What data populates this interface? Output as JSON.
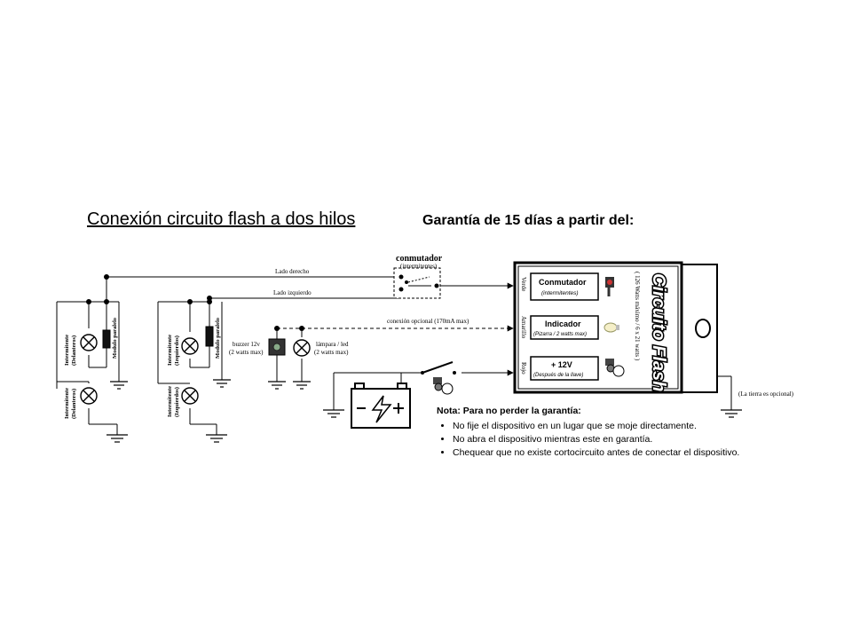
{
  "title": "Conexión circuito flash a dos hilos",
  "guarantee": "Garantía de 15 días a partir del:",
  "switch_label": "conmutador",
  "switch_sub": "(intermitentes)",
  "wire_right": "Lado derecho",
  "wire_left": "Lado izquierdo",
  "optional_conn": "conexión opcional (170mA max)",
  "buzzer": [
    "buzzer 12v",
    "(2 watts max)"
  ],
  "lamp": [
    "lámpara / led",
    "(2 watts max)"
  ],
  "left_group": {
    "upper_lamp": [
      "Intermitente",
      "(Delanteros)"
    ],
    "lower_lamp": [
      "Intermitente",
      "(Delanteros)"
    ],
    "module": "Modulo paralelo"
  },
  "right_group": {
    "upper_lamp": [
      "Intermitente",
      "(Izquierdos)"
    ],
    "lower_lamp": [
      "Intermitente",
      "(Izquierdos)"
    ],
    "module": "Modulo paralelo"
  },
  "device": {
    "brand": "Circuito Flash",
    "rating": "( 126 Watts máximo   / 6 x 21 watts )",
    "wire_colors": [
      "Verde",
      "Amarillo",
      "Rojo"
    ],
    "terminals": [
      {
        "title": "Conmutador",
        "sub": "(intermitentes)"
      },
      {
        "title": "Indicador",
        "sub": "(Pizarra / 2 watts max)"
      },
      {
        "title": "+ 12V",
        "sub": "(Después de la llave)"
      }
    ]
  },
  "ground_note": "(La tierra es opcional)",
  "note": {
    "heading": "Nota: Para no perder la garantía:",
    "items": [
      "No fije el dispositivo en un lugar que se moje directamente.",
      "No abra el dispositivo mientras este en garantía.",
      "Chequear que no existe cortocircuito antes de conectar el dispositivo."
    ]
  }
}
